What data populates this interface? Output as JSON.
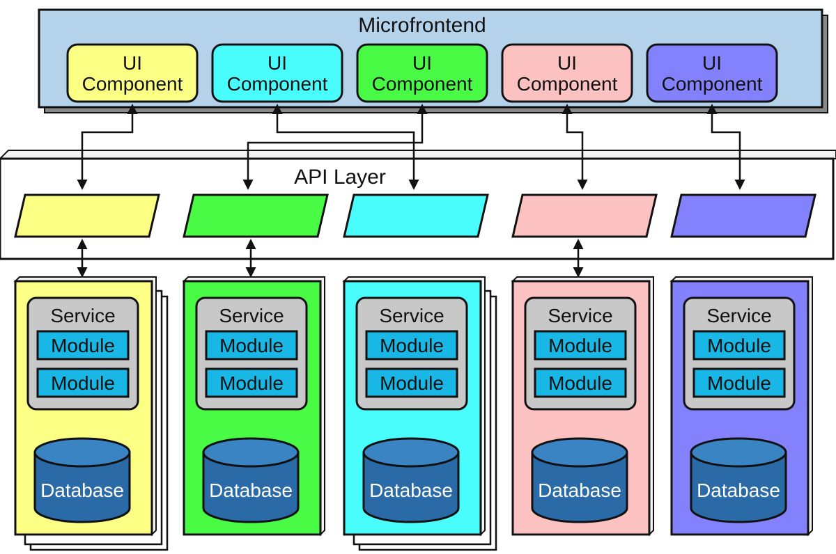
{
  "microfrontend": {
    "title": "Microfrontend",
    "background": "#b4d3ea",
    "components": [
      {
        "line1": "UI",
        "line2": "Component",
        "color": "#fbff84"
      },
      {
        "line1": "UI",
        "line2": "Component",
        "color": "#4afdfd"
      },
      {
        "line1": "UI",
        "line2": "Component",
        "color": "#49fb44"
      },
      {
        "line1": "UI",
        "line2": "Component",
        "color": "#fcc2c2"
      },
      {
        "line1": "UI",
        "line2": "Component",
        "color": "#8381fc"
      }
    ]
  },
  "api_layer": {
    "title": "API Layer",
    "endpoints": [
      {
        "color": "#fbff84"
      },
      {
        "color": "#49fb44"
      },
      {
        "color": "#4afdfd"
      },
      {
        "color": "#fcc2c2"
      },
      {
        "color": "#8381fc"
      }
    ]
  },
  "services": [
    {
      "color": "#fbff84",
      "stacked": true,
      "service_label": "Service",
      "modules": [
        "Module",
        "Module"
      ],
      "database_label": "Database"
    },
    {
      "color": "#49fb44",
      "stacked": false,
      "service_label": "Service",
      "modules": [
        "Module",
        "Module"
      ],
      "database_label": "Database"
    },
    {
      "color": "#4afdfd",
      "stacked": true,
      "service_label": "Service",
      "modules": [
        "Module",
        "Module"
      ],
      "database_label": "Database"
    },
    {
      "color": "#fcc2c2",
      "stacked": false,
      "service_label": "Service",
      "modules": [
        "Module",
        "Module"
      ],
      "database_label": "Database"
    },
    {
      "color": "#8381fc",
      "stacked": false,
      "service_label": "Service",
      "modules": [
        "Module",
        "Module"
      ],
      "database_label": "Database"
    }
  ],
  "colors": {
    "service_box": "#c8c8c8",
    "module": "#19b7e6",
    "database": "#2a6aa6",
    "database_top": "#3b84c4",
    "outline": "#111111"
  }
}
